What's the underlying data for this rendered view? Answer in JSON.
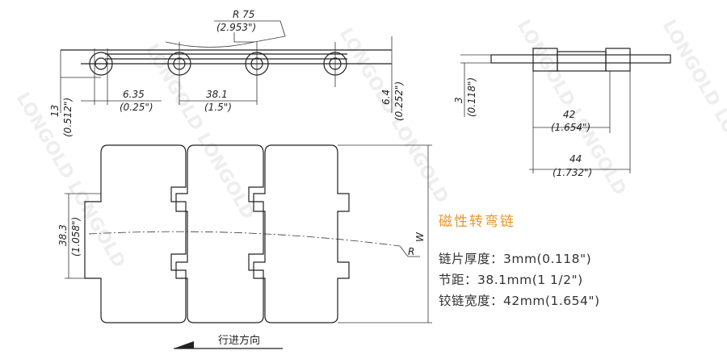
{
  "watermark": "LONGOLD",
  "side_view": {
    "radius": "R 75",
    "radius_in": "(2.953\")",
    "height": "13",
    "height_in": "(0.512\")",
    "offset": "6.35",
    "offset_in": "(0.25\")",
    "pitch": "38.1",
    "pitch_in": "(1.5\")",
    "pin": "6.4",
    "pin_in": "(0.252\")"
  },
  "end_view": {
    "thickness": "3",
    "thickness_in": "(0.118\")",
    "hinge": "42",
    "hinge_in": "(1.654\")",
    "overall": "44",
    "overall_in": "(1.732\")"
  },
  "top_view": {
    "tab": "38.3",
    "tab_in": "(1.058\")",
    "width_label": "W",
    "radius_label": "R",
    "direction": "行进方向"
  },
  "specs": {
    "title": "磁性转弯链",
    "lines": [
      "链片厚度：3mm(0.118\")",
      "节距：38.1mm(1 1/2\")",
      "铰链宽度：42mm(1.654\")"
    ]
  },
  "colors": {
    "title": "#e8952a"
  }
}
